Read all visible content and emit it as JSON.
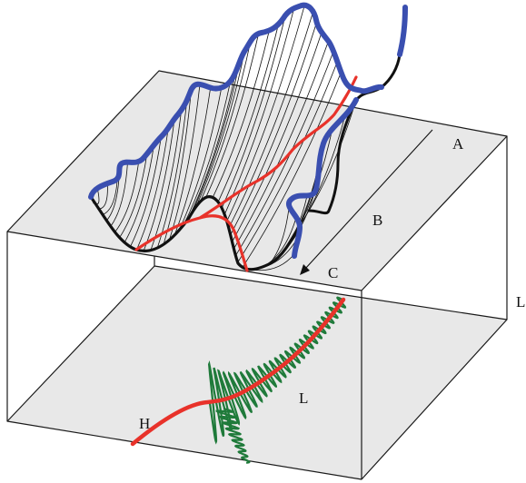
{
  "labels": {
    "a": "A",
    "b": "B",
    "c": "C",
    "h": "H",
    "l_plot": "L",
    "l_edge": "L"
  },
  "colors": {
    "plane_fill": "#e8e8e8",
    "boundary_curve": "#3a4fb0",
    "ridge_path": "#e8322a",
    "oscillation": "#1f7a3a",
    "mesh_line": "#111111",
    "box_edge": "#1a1a1a"
  }
}
